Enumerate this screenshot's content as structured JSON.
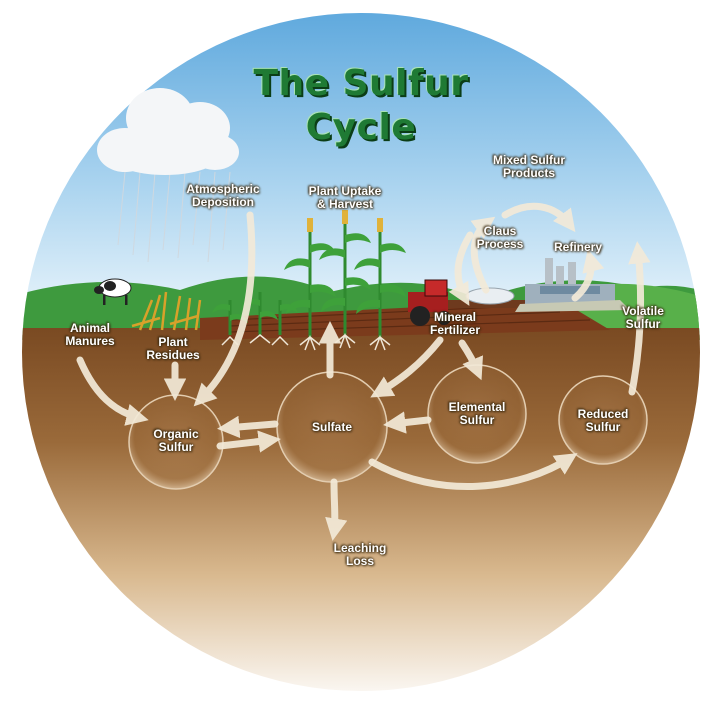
{
  "diagram": {
    "title_line1": "The Sulfur",
    "title_line2": "Cycle",
    "labels": {
      "animal_manures_1": "Animal",
      "animal_manures_2": "Manures",
      "plant_residues_1": "Plant",
      "plant_residues_2": "Residues",
      "atmospheric_1": "Atmospheric",
      "atmospheric_2": "Deposition",
      "plant_uptake_1": "Plant Uptake",
      "plant_uptake_2": "& Harvest",
      "mixed_sulfur_1": "Mixed Sulfur",
      "mixed_sulfur_2": "Products",
      "claus_1": "Claus",
      "claus_2": "Process",
      "refinery": "Refinery",
      "mineral_1": "Mineral",
      "mineral_2": "Fertilizer",
      "volatile_1": "Volatile",
      "volatile_2": "Sulfur",
      "organic_1": "Organic",
      "organic_2": "Sulfur",
      "sulfate": "Sulfate",
      "elemental_1": "Elemental",
      "elemental_2": "Sulfur",
      "reduced_1": "Reduced",
      "reduced_2": "Sulfur",
      "leaching_1": "Leaching",
      "leaching_2": "Loss"
    },
    "colors": {
      "title": "#1f7a34",
      "sky_top": "#6fb3e0",
      "sky_bottom": "#e6f3fb",
      "soil": "#8b5a2b",
      "arrow": "#f3ead8"
    }
  }
}
